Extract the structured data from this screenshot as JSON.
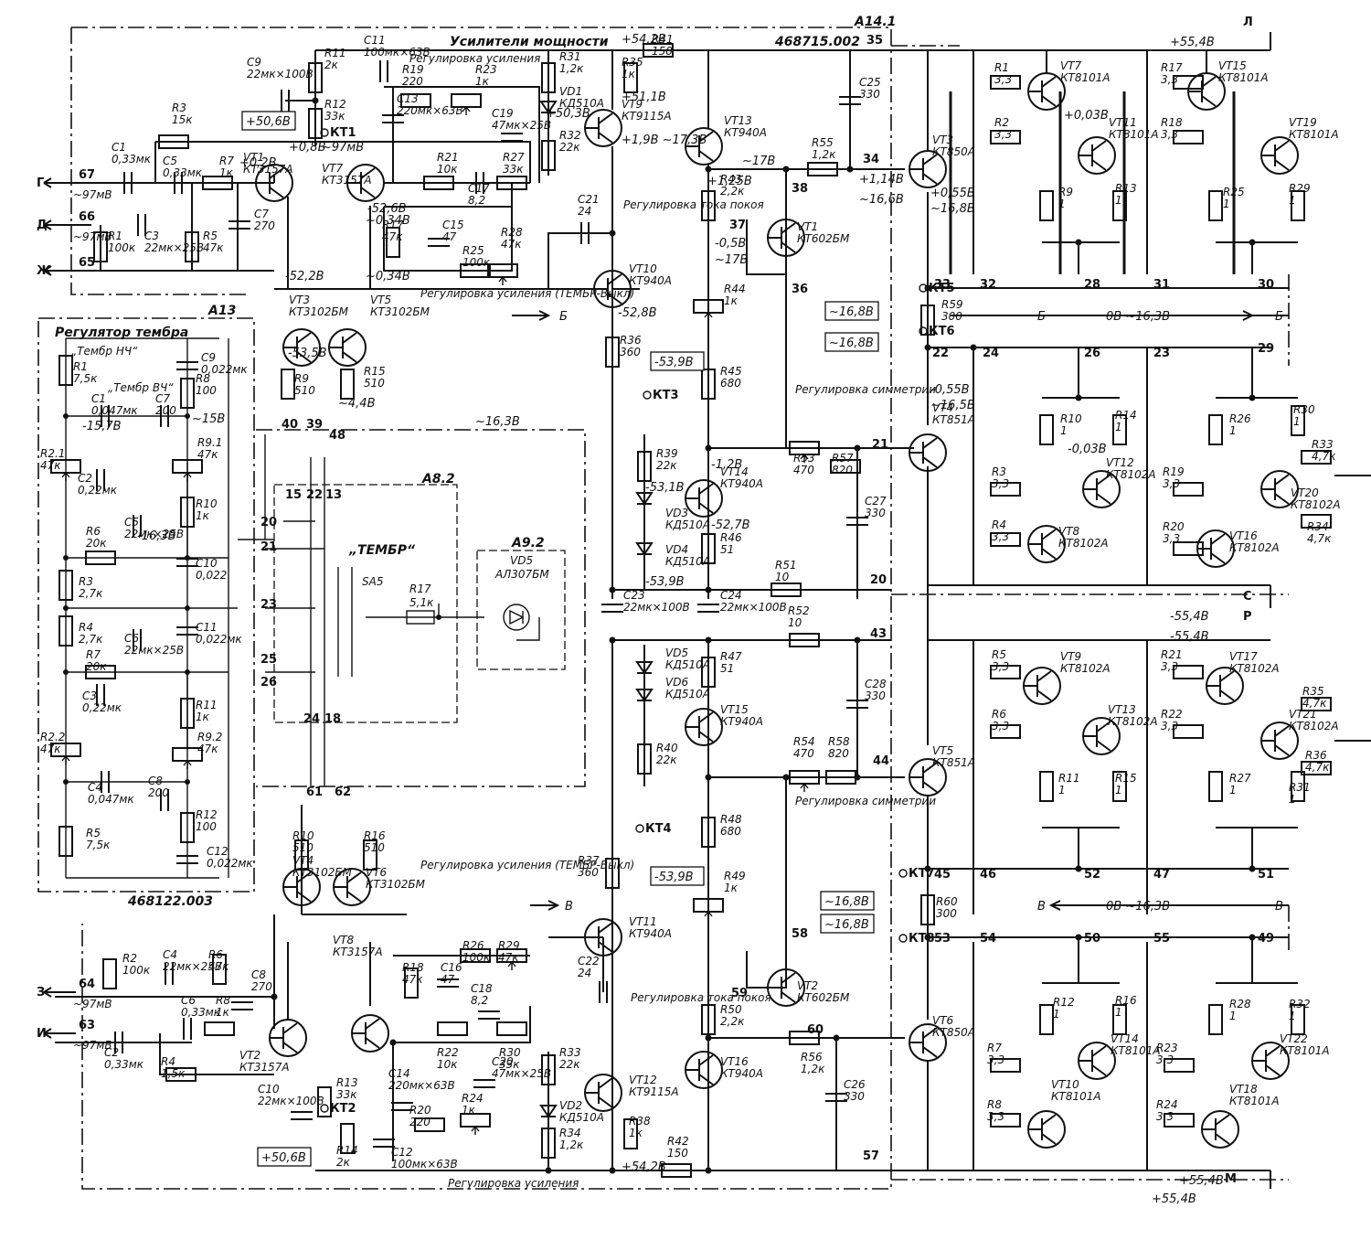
{
  "blocks": {
    "a141": {
      "id": "А14.1",
      "title": "Усилители мощности",
      "number": "468715.002"
    },
    "a13": {
      "id": "А13",
      "title": "Регулятор тембра",
      "number": "468122.003",
      "bass": "„Тембр НЧ“",
      "treble": "„Тембр ВЧ“"
    },
    "a82": {
      "id": "А8.2",
      "switch": "„ТЕМБР“",
      "switch_ref": "SA5"
    },
    "a92": {
      "id": "А9.2",
      "led": "VD5",
      "led_type": "АЛ307БМ"
    }
  },
  "inputs": [
    {
      "name": "Г",
      "pin": "67",
      "level": "~97мВ"
    },
    {
      "name": "Д",
      "pin": "66",
      "level": "~97мВ"
    },
    {
      "name": "Ж",
      "pin": "65"
    },
    {
      "name": "З",
      "pin": "64",
      "level": "~97мВ"
    },
    {
      "name": "И",
      "pin": "63",
      "level": "~97мВ"
    }
  ],
  "rails": [
    {
      "name": "Л",
      "value": "+55,4В"
    },
    {
      "name": "С",
      "value": "-55,4В"
    },
    {
      "name": "Р",
      "value": "-55,4В"
    },
    {
      "name": "М",
      "value": "+55,4В"
    }
  ],
  "notes": {
    "gain_adj": "Регулировка усиления",
    "gain_adj_tone": "Регулировка усиления (ТЕМБР-Выкл)",
    "quiescent": "Регулировка тока покоя",
    "symmetry": "Регулировка симметрии"
  },
  "ref_boxes": [
    "+50,6В",
    "~16,8В",
    "~16,8В",
    "-53,9В",
    "-53,9В",
    "~16,8В",
    "~16,8В",
    "+50,6В"
  ],
  "test_points": [
    "КТ1",
    "КТ2",
    "КТ3",
    "КТ4",
    "КТ5",
    "КТ6",
    "КТ7",
    "КТ8"
  ],
  "upper": {
    "components": [
      {
        "ref": "C9",
        "value": "22мк×100В"
      },
      {
        "ref": "R11",
        "value": "2к"
      },
      {
        "ref": "C11",
        "value": "100мк×63В"
      },
      {
        "ref": "R12",
        "value": "33к"
      },
      {
        "ref": "R19",
        "value": "220"
      },
      {
        "ref": "R23",
        "value": "1к"
      },
      {
        "ref": "C13",
        "value": "220мк×63В"
      },
      {
        "ref": "R31",
        "value": "1,2к"
      },
      {
        "ref": "VD1",
        "value": "КД510А"
      },
      {
        "ref": "R32",
        "value": "22к"
      },
      {
        "ref": "C19",
        "value": "47мк×25В"
      },
      {
        "ref": "R35",
        "value": "1к"
      },
      {
        "ref": "VT9",
        "value": "КТ9115А"
      },
      {
        "ref": "R41",
        "value": "150"
      },
      {
        "ref": "VT13",
        "value": "КТ940А"
      },
      {
        "ref": "C25",
        "value": "330"
      },
      {
        "ref": "R55",
        "value": "1,2к"
      },
      {
        "ref": "R3",
        "value": "15к"
      },
      {
        "ref": "C1",
        "value": "0,33мк"
      },
      {
        "ref": "C5",
        "value": "0,33мк"
      },
      {
        "ref": "R7",
        "value": "1к"
      },
      {
        "ref": "VT1",
        "value": "КТ3157А"
      },
      {
        "ref": "VT7",
        "value": "КТ3157А"
      },
      {
        "ref": "C7",
        "value": "270"
      },
      {
        "ref": "R21",
        "value": "10к"
      },
      {
        "ref": "C17",
        "value": "8,2"
      },
      {
        "ref": "R27",
        "value": "33к"
      },
      {
        "ref": "C21",
        "value": "24"
      },
      {
        "ref": "R43",
        "value": "2,2к"
      },
      {
        "ref": "VT1",
        "value": "КТ602БМ"
      },
      {
        "ref": "R1",
        "value": "100к"
      },
      {
        "ref": "C3",
        "value": "22мк×25В"
      },
      {
        "ref": "R5",
        "value": "47к"
      },
      {
        "ref": "R17",
        "value": "47к"
      },
      {
        "ref": "C15",
        "value": "47"
      },
      {
        "ref": "R25",
        "value": "100к"
      },
      {
        "ref": "R28",
        "value": "47к"
      },
      {
        "ref": "VT10",
        "value": "КТ940А"
      },
      {
        "ref": "R44",
        "value": "1к"
      },
      {
        "ref": "VT3",
        "value": "КТ3102БМ"
      },
      {
        "ref": "VT5",
        "value": "КТ3102БМ"
      },
      {
        "ref": "R9",
        "value": "510"
      },
      {
        "ref": "R15",
        "value": "510"
      },
      {
        "ref": "R36",
        "value": "360"
      },
      {
        "ref": "R45",
        "value": "680"
      },
      {
        "ref": "R39",
        "value": "22к"
      },
      {
        "ref": "VD3",
        "value": "КД510А"
      },
      {
        "ref": "VD4",
        "value": "КД510А"
      },
      {
        "ref": "VT14",
        "value": "КТ940А"
      },
      {
        "ref": "R46",
        "value": "51"
      },
      {
        "ref": "R53",
        "value": "470"
      },
      {
        "ref": "R57",
        "value": "820"
      },
      {
        "ref": "C27",
        "value": "330"
      },
      {
        "ref": "R51",
        "value": "10"
      },
      {
        "ref": "C23",
        "value": "22мк×100В"
      },
      {
        "ref": "C24",
        "value": "22мк×100В"
      },
      {
        "ref": "R52",
        "value": "10"
      },
      {
        "ref": "R59",
        "value": "300"
      }
    ]
  },
  "lower": {
    "components": [
      {
        "ref": "VD5",
        "value": "КД510А"
      },
      {
        "ref": "VD6",
        "value": "КД510А"
      },
      {
        "ref": "R47",
        "value": "51"
      },
      {
        "ref": "VT15",
        "value": "КТ940А"
      },
      {
        "ref": "R40",
        "value": "22к"
      },
      {
        "ref": "R54",
        "value": "470"
      },
      {
        "ref": "R58",
        "value": "820"
      },
      {
        "ref": "C28",
        "value": "330"
      },
      {
        "ref": "R48",
        "value": "680"
      },
      {
        "ref": "R37",
        "value": "360"
      },
      {
        "ref": "R49",
        "value": "1к"
      },
      {
        "ref": "VT11",
        "value": "КТ940А"
      },
      {
        "ref": "C22",
        "value": "24"
      },
      {
        "ref": "R50",
        "value": "2,2к"
      },
      {
        "ref": "VT2",
        "value": "КТ602БМ"
      },
      {
        "ref": "R56",
        "value": "1,2к"
      },
      {
        "ref": "C26",
        "value": "330"
      },
      {
        "ref": "VT16",
        "value": "КТ940А"
      },
      {
        "ref": "VT12",
        "value": "КТ9115А"
      },
      {
        "ref": "R38",
        "value": "1к"
      },
      {
        "ref": "R42",
        "value": "150"
      },
      {
        "ref": "R33",
        "value": "22к"
      },
      {
        "ref": "VD2",
        "value": "КД510А"
      },
      {
        "ref": "R34",
        "value": "1,2к"
      },
      {
        "ref": "C20",
        "value": "47мк×25В"
      },
      {
        "ref": "R10",
        "value": "510"
      },
      {
        "ref": "R16",
        "value": "510"
      },
      {
        "ref": "VT4",
        "value": "КТ3102БМ"
      },
      {
        "ref": "VT6",
        "value": "КТ3102БМ"
      },
      {
        "ref": "R2",
        "value": "100к"
      },
      {
        "ref": "C4",
        "value": "22мк×25В"
      },
      {
        "ref": "R6",
        "value": "47к"
      },
      {
        "ref": "C8",
        "value": "270"
      },
      {
        "ref": "C6",
        "value": "0,33мк"
      },
      {
        "ref": "R8",
        "value": "1к"
      },
      {
        "ref": "C2",
        "value": "0,33мк"
      },
      {
        "ref": "R4",
        "value": "1,5к"
      },
      {
        "ref": "VT2",
        "value": "КТ3157А"
      },
      {
        "ref": "VT8",
        "value": "КТ3157А"
      },
      {
        "ref": "R26",
        "value": "100к"
      },
      {
        "ref": "R29",
        "value": "47к"
      },
      {
        "ref": "R18",
        "value": "47к"
      },
      {
        "ref": "C16",
        "value": "47"
      },
      {
        "ref": "C18",
        "value": "8,2"
      },
      {
        "ref": "R22",
        "value": "10к"
      },
      {
        "ref": "R30",
        "value": "33к"
      },
      {
        "ref": "R13",
        "value": "33к"
      },
      {
        "ref": "C10",
        "value": "22мк×100В"
      },
      {
        "ref": "R14",
        "value": "2к"
      },
      {
        "ref": "C14",
        "value": "220мк×63В"
      },
      {
        "ref": "R20",
        "value": "220"
      },
      {
        "ref": "R24",
        "value": "1к"
      },
      {
        "ref": "C12",
        "value": "100мк×63В"
      },
      {
        "ref": "R60",
        "value": "300"
      }
    ]
  },
  "tone": {
    "components": [
      {
        "ref": "R1",
        "value": "7,5к"
      },
      {
        "ref": "C9",
        "value": "0,022мк"
      },
      {
        "ref": "R8",
        "value": "100"
      },
      {
        "ref": "C1",
        "value": "0,047мк"
      },
      {
        "ref": "C7",
        "value": "200"
      },
      {
        "ref": "R2.1",
        "value": "47к"
      },
      {
        "ref": "R9.1",
        "value": "47к"
      },
      {
        "ref": "C2",
        "value": "0,22мк"
      },
      {
        "ref": "R10",
        "value": "1к"
      },
      {
        "ref": "C5",
        "value": "22мк×25В"
      },
      {
        "ref": "R6",
        "value": "20к"
      },
      {
        "ref": "C10",
        "value": "0,022"
      },
      {
        "ref": "R3",
        "value": "2,7к"
      },
      {
        "ref": "R4",
        "value": "2,7к"
      },
      {
        "ref": "C11",
        "value": "0,022мк"
      },
      {
        "ref": "C6",
        "value": "22мк×25В"
      },
      {
        "ref": "R7",
        "value": "20к"
      },
      {
        "ref": "C3",
        "value": "0,22мк"
      },
      {
        "ref": "R11",
        "value": "1к"
      },
      {
        "ref": "R2.2",
        "value": "47к"
      },
      {
        "ref": "R9.2",
        "value": "47к"
      },
      {
        "ref": "C4",
        "value": "0,047мк"
      },
      {
        "ref": "C8",
        "value": "200"
      },
      {
        "ref": "R12",
        "value": "100"
      },
      {
        "ref": "R5",
        "value": "7,5к"
      },
      {
        "ref": "C12",
        "value": "0,022мк"
      }
    ]
  },
  "switch": {
    "r17": "R17",
    "r17_value": "5,1к"
  },
  "output_upper": {
    "components": [
      {
        "ref": "VT3",
        "value": "КТ850А"
      },
      {
        "ref": "R1",
        "value": "3,3"
      },
      {
        "ref": "VT7",
        "value": "КТ8101А"
      },
      {
        "ref": "R2",
        "value": "3,3"
      },
      {
        "ref": "VT11",
        "value": "КТ8101А"
      },
      {
        "ref": "R9",
        "value": "1"
      },
      {
        "ref": "R13",
        "value": "1"
      },
      {
        "ref": "R17",
        "value": "3,3"
      },
      {
        "ref": "VT15",
        "value": "КТ8101А"
      },
      {
        "ref": "R18",
        "value": "3,3"
      },
      {
        "ref": "VT19",
        "value": "КТ8101А"
      },
      {
        "ref": "R25",
        "value": "1"
      },
      {
        "ref": "R29",
        "value": "1"
      },
      {
        "ref": "VT4",
        "value": "КТ851А"
      },
      {
        "ref": "R10",
        "value": "1"
      },
      {
        "ref": "R14",
        "value": "1"
      },
      {
        "ref": "R3",
        "value": "3,3"
      },
      {
        "ref": "VT12",
        "value": "КТ8102А"
      },
      {
        "ref": "R4",
        "value": "3,3"
      },
      {
        "ref": "VT8",
        "value": "КТ8102А"
      },
      {
        "ref": "R26",
        "value": "1"
      },
      {
        "ref": "R30",
        "value": "1"
      },
      {
        "ref": "R33",
        "value": "4,7к"
      },
      {
        "ref": "R19",
        "value": "3,3"
      },
      {
        "ref": "VT20",
        "value": "КТ8102А"
      },
      {
        "ref": "R20",
        "value": "3,3"
      },
      {
        "ref": "VT16",
        "value": "КТ8102А"
      },
      {
        "ref": "R34",
        "value": "4,7к"
      }
    ]
  },
  "output_lower": {
    "components": [
      {
        "ref": "R5",
        "value": "3,3"
      },
      {
        "ref": "VT9",
        "value": "КТ8102А"
      },
      {
        "ref": "R6",
        "value": "3,3"
      },
      {
        "ref": "VT13",
        "value": "КТ8102А"
      },
      {
        "ref": "VT5",
        "value": "КТ851А"
      },
      {
        "ref": "R11",
        "value": "1"
      },
      {
        "ref": "R15",
        "value": "1"
      },
      {
        "ref": "R21",
        "value": "3,3"
      },
      {
        "ref": "VT17",
        "value": "КТ8102А"
      },
      {
        "ref": "R22",
        "value": "3,3"
      },
      {
        "ref": "VT21",
        "value": "КТ8102А"
      },
      {
        "ref": "R35",
        "value": "4,7к"
      },
      {
        "ref": "R36",
        "value": "4,7к"
      },
      {
        "ref": "R27",
        "value": "1"
      },
      {
        "ref": "R31",
        "value": "1"
      },
      {
        "ref": "VT6",
        "value": "КТ850А"
      },
      {
        "ref": "R12",
        "value": "1"
      },
      {
        "ref": "R16",
        "value": "1"
      },
      {
        "ref": "R7",
        "value": "3,3"
      },
      {
        "ref": "VT14",
        "value": "КТ8101А"
      },
      {
        "ref": "R8",
        "value": "3,3"
      },
      {
        "ref": "VT10",
        "value": "КТ8101А"
      },
      {
        "ref": "R28",
        "value": "1"
      },
      {
        "ref": "R32",
        "value": "1"
      },
      {
        "ref": "R23",
        "value": "3,3"
      },
      {
        "ref": "VT22",
        "value": "КТ8101А"
      },
      {
        "ref": "R24",
        "value": "3,3"
      },
      {
        "ref": "VT18",
        "value": "КТ8101А"
      }
    ]
  },
  "nodes": [
    "35",
    "34",
    "38",
    "37",
    "36",
    "33",
    "32",
    "28",
    "31",
    "30",
    "22",
    "24",
    "26",
    "23",
    "29",
    "21",
    "20",
    "43",
    "44",
    "45",
    "46",
    "52",
    "47",
    "51",
    "53",
    "54",
    "50",
    "55",
    "49",
    "58",
    "59",
    "60",
    "57",
    "40",
    "39",
    "48",
    "15",
    "22",
    "13",
    "20",
    "21",
    "23",
    "25",
    "26",
    "24",
    "18",
    "61",
    "62"
  ],
  "busses": [
    {
      "label": "Б",
      "value": "0В ~16,3В"
    },
    {
      "label": "В",
      "value": "0В ~16,3В"
    }
  ],
  "voltages": [
    "+54,2В",
    "+51,1В",
    "+50,3В",
    "+1,9В ~17,3В",
    "-52,8В",
    "+1,25В",
    "~17В",
    "+1,14В",
    "~16,6В",
    "-0,5В",
    "~17В",
    "-1,2В",
    "-53,1В",
    "-52,7В",
    "-53,9В",
    "+0,55В",
    "~16,8В",
    "-0,55В",
    "~16,5В",
    "-52,2В",
    "~0,34В",
    "-53,5В",
    "~4,4В",
    "~16,3В",
    "+0,2В",
    "+0,8В",
    "~97мВ",
    "-52,6В",
    "~0,34В",
    "+0,03В",
    "-0,03В",
    "-15,7В",
    "~15В",
    "-16,3В",
    "+54,2В",
    "+55,4В"
  ]
}
